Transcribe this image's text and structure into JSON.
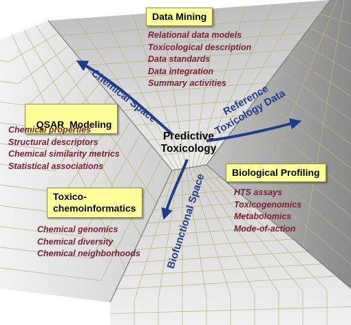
{
  "center": {
    "line1": "Predictive",
    "line2": "Toxicology"
  },
  "axes": {
    "chemical_space": "Chemical Space",
    "reference_toxicology_line1": "Reference",
    "reference_toxicology_line2": "Toxicology Data",
    "biofunctional_space": "Biofunctional Space"
  },
  "data_mining": {
    "title": "Data Mining",
    "items": [
      "Relational data models",
      "Toxicological description",
      "Data standards",
      "Data integration",
      "Summary activities"
    ]
  },
  "qsar_modeling": {
    "title": "QSAR  Modeling",
    "items": [
      "Chemical properties",
      "Structural descriptors",
      "Chemical similarity metrics",
      "Statistical associations"
    ]
  },
  "biological_profiling": {
    "title": "Biological Profiling",
    "items": [
      "HTS assays",
      "Toxicogenomics",
      "Metabolomics",
      "Mode-of-action"
    ]
  },
  "toxicochemoinformatics": {
    "title_line1": "Toxico-",
    "title_line2": "chemoinformatics",
    "items": [
      "Chemical genomics",
      "Chemical diversity",
      "Chemical neighborhoods"
    ]
  },
  "colors": {
    "box_fill": "#ffff99",
    "item_text": "#7a1f35",
    "arrow": "#1f3d8f",
    "grid_line": "#b8b87a"
  }
}
